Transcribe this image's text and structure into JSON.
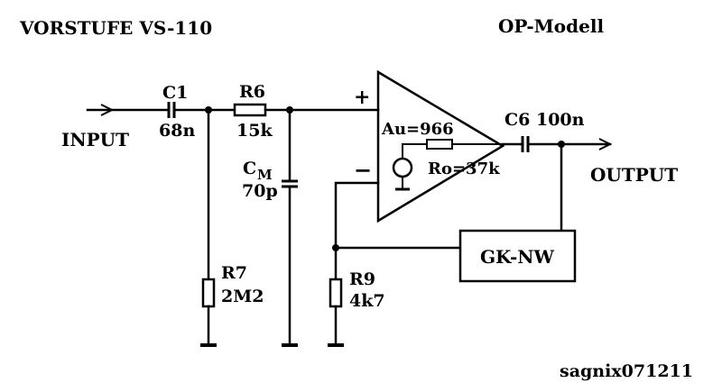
{
  "title": "VORSTUFE VS-110",
  "model": "OP-Modell",
  "input_label": "INPUT",
  "output_label": "OUTPUT",
  "credit": "sagnix071211",
  "components": {
    "c1": {
      "name": "C1",
      "value": "68n"
    },
    "r6": {
      "name": "R6",
      "value": "15k"
    },
    "cm": {
      "name": "C",
      "sub": "M",
      "value": "70p"
    },
    "r7": {
      "name": "R7",
      "value": "2M2"
    },
    "r9": {
      "name": "R9",
      "value": "4k7"
    },
    "c6": {
      "name": "C6",
      "value": "100n"
    }
  },
  "opamp": {
    "plus": "+",
    "minus": "−",
    "gain": "Au=966",
    "ro": "Ro=37k"
  },
  "feedback_block": "GK-NW"
}
